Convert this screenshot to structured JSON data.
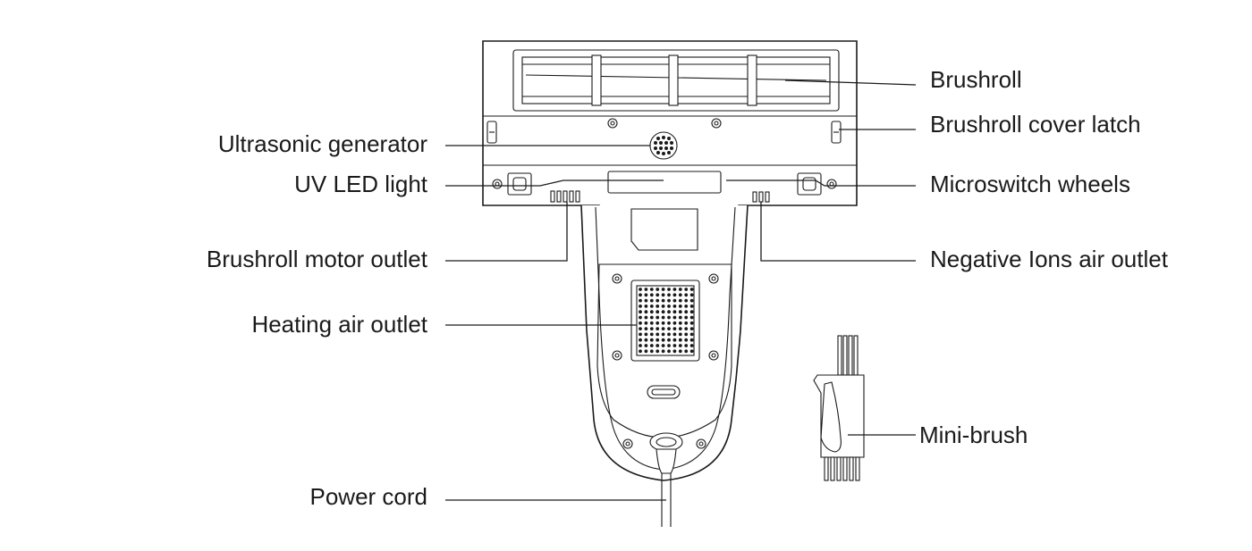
{
  "labels": {
    "brushroll": "Brushroll",
    "brushroll_cover_latch": "Brushroll cover latch",
    "ultrasonic_generator": "Ultrasonic generator",
    "uv_led_light": "UV LED light",
    "microswitch_wheels": "Microswitch wheels",
    "brushroll_motor_outlet": "Brushroll motor outlet",
    "negative_ions_air_outlet": "Negative Ions air outlet",
    "heating_air_outlet": "Heating air outlet",
    "mini_brush": "Mini-brush",
    "power_cord": "Power cord"
  }
}
